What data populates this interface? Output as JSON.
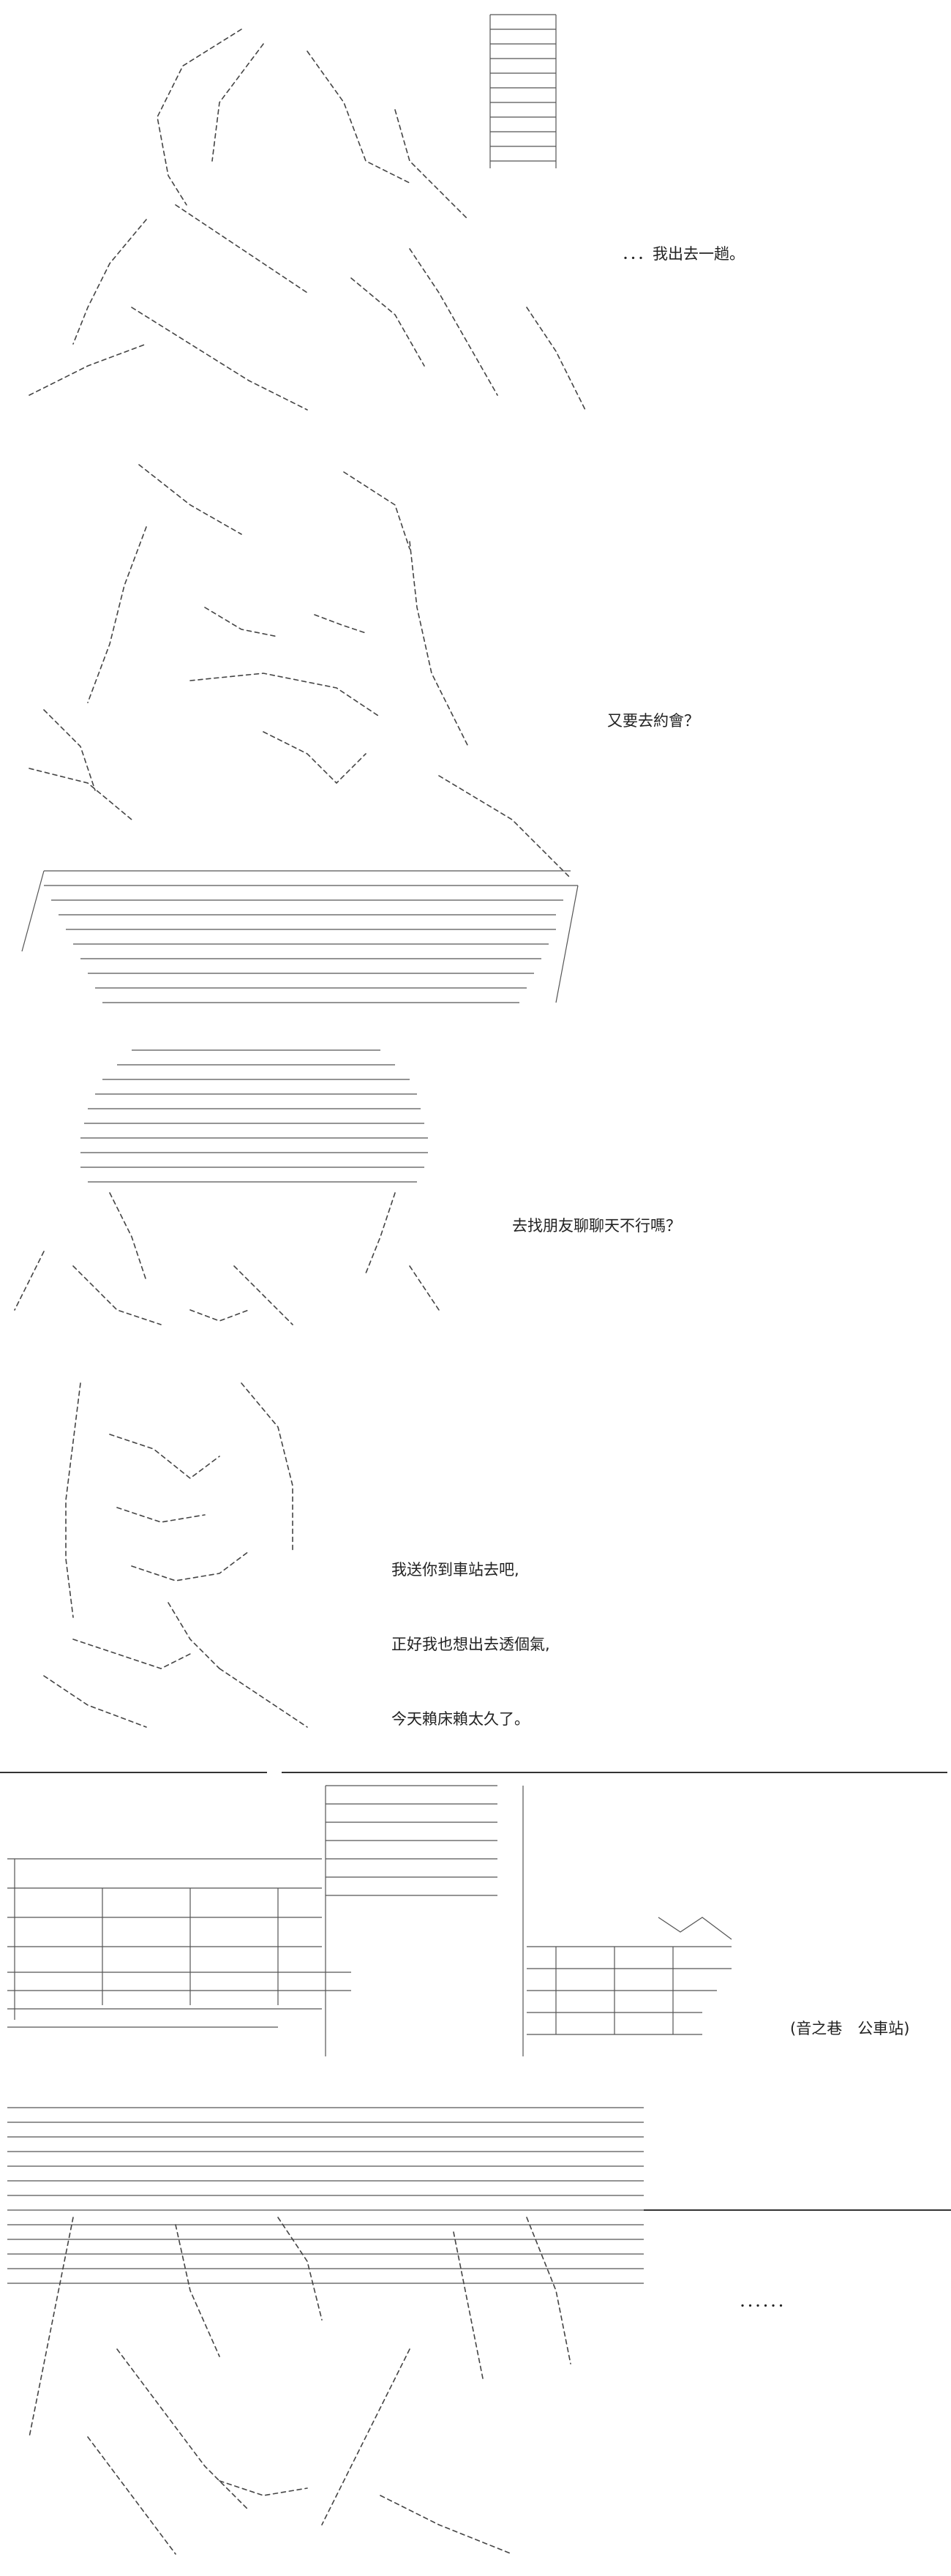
{
  "panels": [
    {
      "dialogue": [
        "．．．我出去一趟。"
      ]
    },
    {
      "dialogue": [
        "又要去約會？"
      ]
    },
    {
      "dialogue": [
        "去找朋友聊聊天不行嗎？"
      ]
    },
    {
      "dialogue": [
        "我送你到車站去吧,",
        "正好我也想出去透個氣,",
        "今天賴床賴太久了。"
      ]
    },
    {
      "location": "(音之巷　公車站)",
      "dialogue": [
        "．．．．．．"
      ]
    }
  ],
  "colors": {
    "ink": "#222222",
    "background": "#ffffff"
  }
}
